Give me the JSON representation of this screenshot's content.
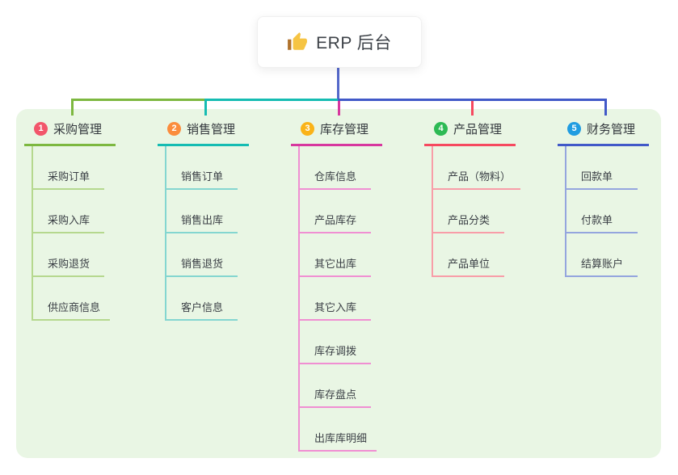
{
  "root": {
    "label": "ERP 后台",
    "icon": "thumbs-up-icon"
  },
  "branches": [
    {
      "num": "1",
      "label": "采购管理",
      "badge_color": "#f2566b",
      "line_color": "#7db840",
      "child_line_color": "#b5d88e",
      "children": [
        "采购订单",
        "采购入库",
        "采购退货",
        "供应商信息"
      ]
    },
    {
      "num": "2",
      "label": "销售管理",
      "badge_color": "#fb8d3d",
      "line_color": "#15bcb2",
      "child_line_color": "#84d6d0",
      "children": [
        "销售订单",
        "销售出库",
        "销售退货",
        "客户信息"
      ]
    },
    {
      "num": "3",
      "label": "库存管理",
      "badge_color": "#fab318",
      "line_color": "#d7379e",
      "child_line_color": "#f08fd2",
      "children": [
        "仓库信息",
        "产品库存",
        "其它出库",
        "其它入库",
        "库存调拨",
        "库存盘点",
        "出库库明细"
      ]
    },
    {
      "num": "4",
      "label": "产品管理",
      "badge_color": "#2dba54",
      "line_color": "#f6495f",
      "child_line_color": "#f89da8",
      "children": [
        "产品（物料）",
        "产品分类",
        "产品单位"
      ]
    },
    {
      "num": "5",
      "label": "财务管理",
      "badge_color": "#219de1",
      "line_color": "#4159c8",
      "child_line_color": "#94a5de",
      "children": [
        "回款单",
        "付款单",
        "结算账户"
      ]
    }
  ],
  "colors": {
    "panel_bg": "#e9f6e4",
    "stem": "#5468ca"
  }
}
